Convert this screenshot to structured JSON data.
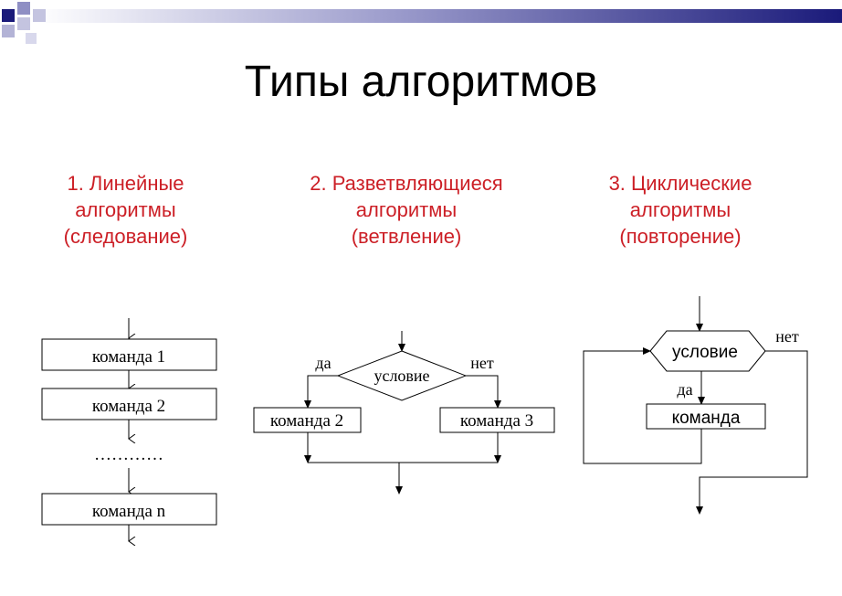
{
  "slide": {
    "title": "Типы алгоритмов",
    "accent_color": "#cc1f26",
    "decor_colors": [
      "#1a1a7a",
      "#8f8fc4"
    ]
  },
  "columns": [
    {
      "heading": [
        "1. Линейные",
        "алгоритмы",
        "(следование)"
      ],
      "commands": [
        "команда 1",
        "команда 2",
        "команда n"
      ],
      "ellipsis": "…………"
    },
    {
      "heading": [
        "2. Разветвляющиеся",
        "алгоритмы",
        "(ветвление)"
      ],
      "condition": "условие",
      "yes": "да",
      "no": "нет",
      "commands": [
        "команда 2",
        "команда 3"
      ]
    },
    {
      "heading": [
        "3. Циклические",
        "алгоритмы",
        "(повторение)"
      ],
      "condition": "условие",
      "yes": "да",
      "no": "нет",
      "command": "команда"
    }
  ]
}
